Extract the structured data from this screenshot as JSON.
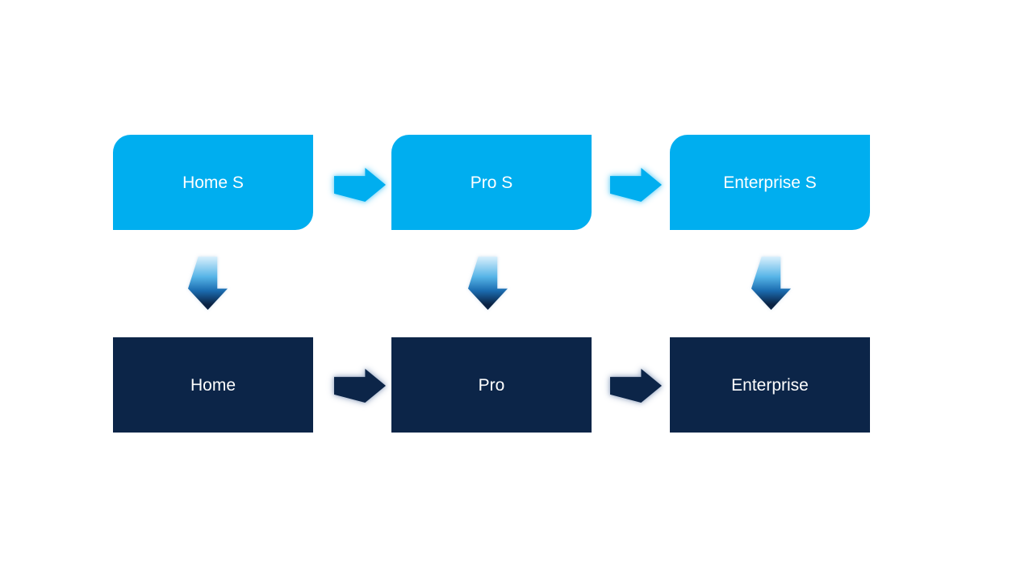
{
  "diagram": {
    "columns": [
      {
        "top_label": "Home S",
        "bottom_label": "Home"
      },
      {
        "top_label": "Pro S",
        "bottom_label": "Pro"
      },
      {
        "top_label": "Enterprise S",
        "bottom_label": "Enterprise"
      }
    ],
    "colors": {
      "background": "#FFFFFF",
      "top_box_fill": "#00AEEF",
      "bottom_box_fill": "#0C2548",
      "box_text": "#FFFFFF",
      "top_arrow_fill": "#00AEEF",
      "top_arrow_glow": "#8ADAF8",
      "bottom_arrow_fill": "#0C2548",
      "bottom_arrow_glow": "#ABB8CE",
      "v_arrow_gradient_start": "#D9F0FC",
      "v_arrow_gradient_mid1": "#56B4E7",
      "v_arrow_gradient_mid2": "#1B6CB0",
      "v_arrow_gradient_end": "#0A2243"
    }
  }
}
